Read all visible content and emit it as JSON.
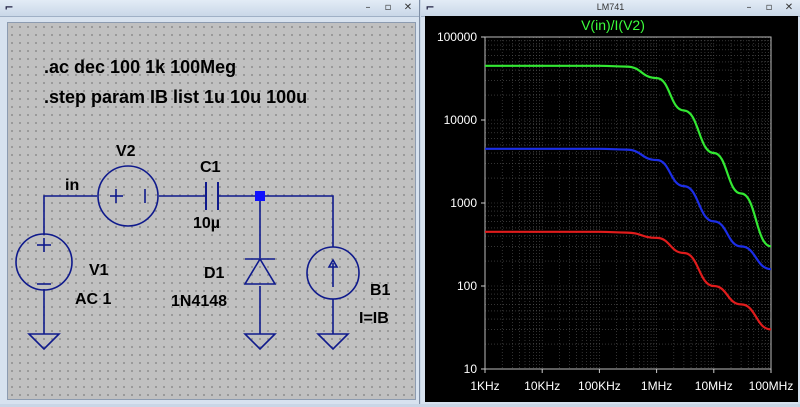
{
  "schematic": {
    "minimize_glyph": "–",
    "maximize_glyph": "▫",
    "close_glyph": "✕",
    "menu_glyph": "⌐",
    "directive_ac": ".ac dec 100 1k 100Meg",
    "directive_step": ".step param IB list 1u 10u 100u",
    "net_label": "in",
    "v2_name": "V2",
    "c1_name": "C1",
    "c1_value": "10µ",
    "v1_name": "V1",
    "v1_value": "AC 1",
    "d1_name": "D1",
    "d1_value": "1N4148",
    "b1_name": "B1",
    "b1_value": "I=IB"
  },
  "plot_window": {
    "title": "LM741",
    "icon_glyph": "⌐",
    "minimize_glyph": "–",
    "maximize_glyph": "▫",
    "close_glyph": "✕"
  },
  "chart_data": {
    "type": "line",
    "title": "V(in)/I(V2)",
    "x_scale": "log",
    "y_scale": "log",
    "xlim": [
      1000,
      100000000
    ],
    "ylim": [
      10,
      100000
    ],
    "x_ticks": [
      1000,
      10000,
      100000,
      1000000,
      10000000,
      100000000
    ],
    "x_tick_labels": [
      "1KHz",
      "10KHz",
      "100KHz",
      "1MHz",
      "10MHz",
      "100MHz"
    ],
    "y_ticks": [
      10,
      100,
      1000,
      10000,
      100000
    ],
    "y_tick_labels": [
      "10",
      "100",
      "1000",
      "10000",
      "100000"
    ],
    "grid": true,
    "title_color": "#3cff3c",
    "series": [
      {
        "color": "#33e833",
        "x": [
          1000,
          10000,
          100000,
          300000,
          1000000,
          3000000,
          10000000,
          30000000,
          100000000
        ],
        "y": [
          45000,
          45000,
          45000,
          44000,
          32000,
          13000,
          4000,
          1300,
          300
        ]
      },
      {
        "color": "#1c2ee6",
        "x": [
          1000,
          10000,
          100000,
          300000,
          1000000,
          3000000,
          10000000,
          30000000,
          100000000
        ],
        "y": [
          4500,
          4500,
          4500,
          4400,
          3300,
          1600,
          600,
          300,
          160
        ]
      },
      {
        "color": "#e01c1c",
        "x": [
          1000,
          10000,
          100000,
          300000,
          1000000,
          3000000,
          10000000,
          30000000,
          100000000
        ],
        "y": [
          450,
          450,
          450,
          440,
          380,
          250,
          100,
          60,
          30
        ]
      }
    ]
  }
}
